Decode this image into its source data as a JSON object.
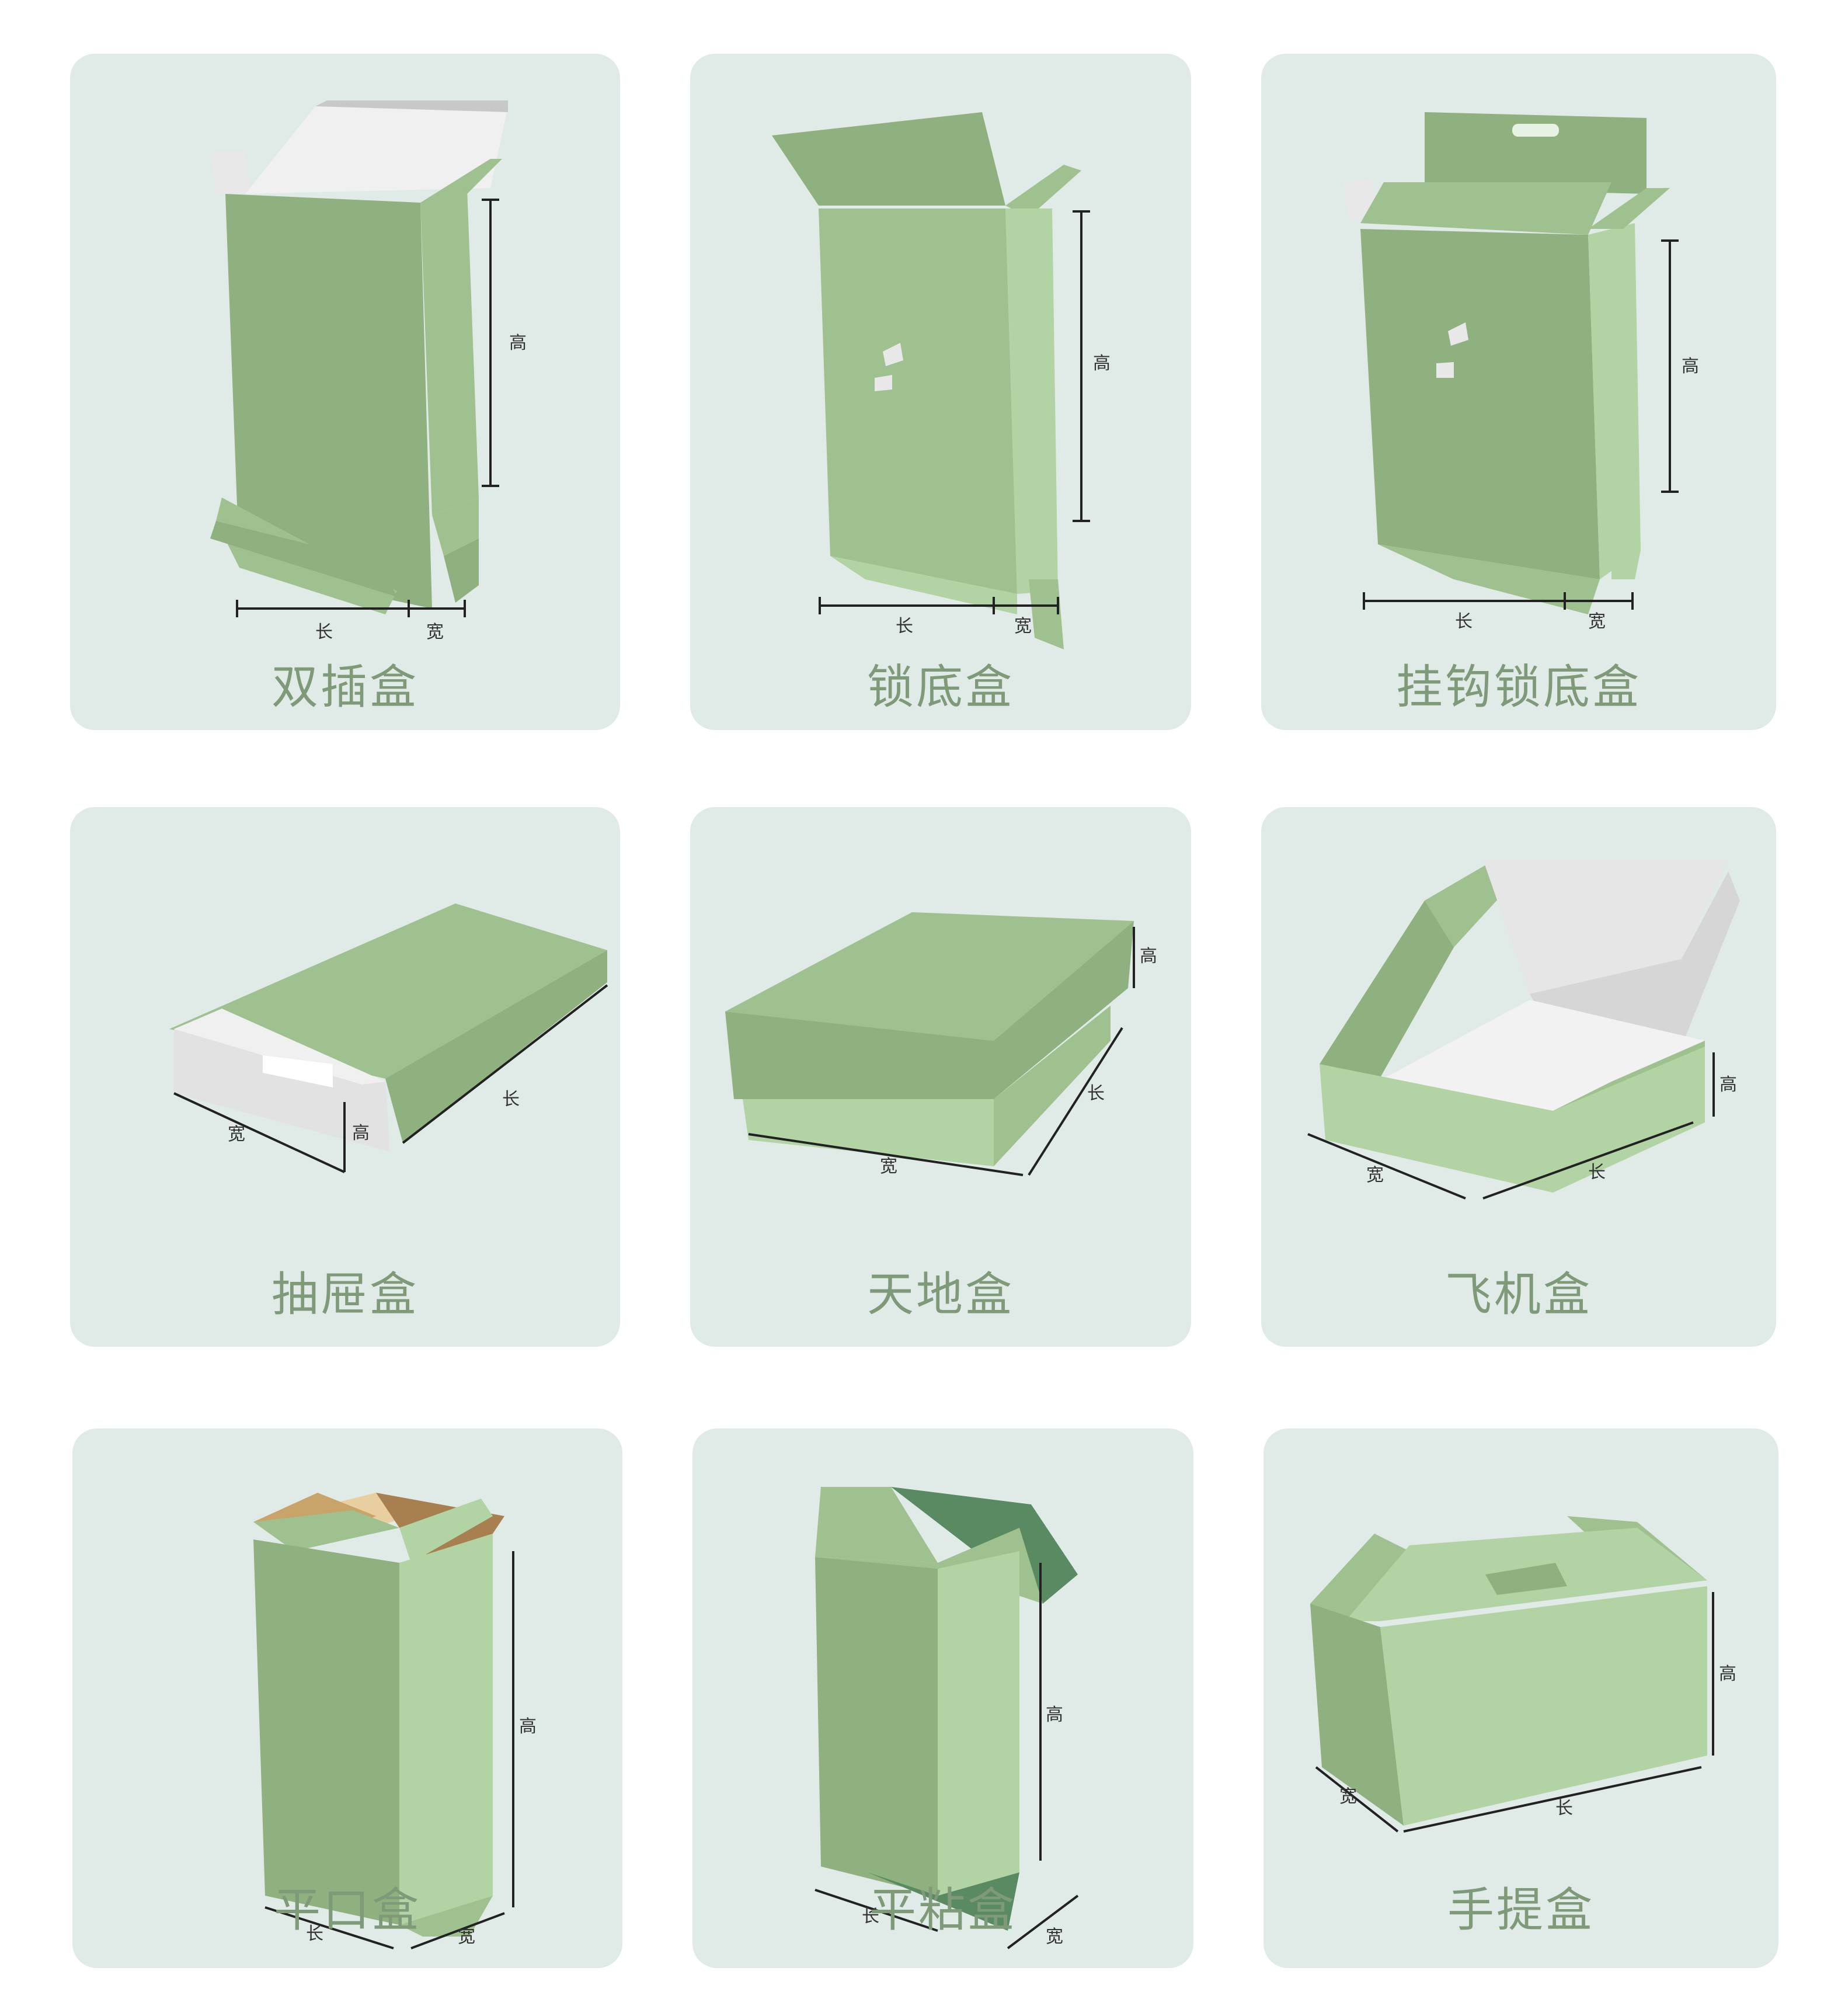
{
  "colors": {
    "background": "#ffffff",
    "card": "#e0ebe7",
    "label": "#7f9a78",
    "box_dark": "#8fb07f",
    "box_mid": "#9fc08f",
    "box_light": "#b2d3a4",
    "inner_white": "#e8e8e8",
    "kraft": "#b08c5a"
  },
  "dimension_labels": {
    "length": "长",
    "width": "宽",
    "height": "高"
  },
  "boxes": [
    {
      "name": "双插盒"
    },
    {
      "name": "锁底盒"
    },
    {
      "name": "挂钩锁底盒"
    },
    {
      "name": "抽屉盒"
    },
    {
      "name": "天地盒"
    },
    {
      "name": "飞机盒"
    },
    {
      "name": "平口盒"
    },
    {
      "name": "平粘盒"
    },
    {
      "name": "手提盒"
    }
  ]
}
